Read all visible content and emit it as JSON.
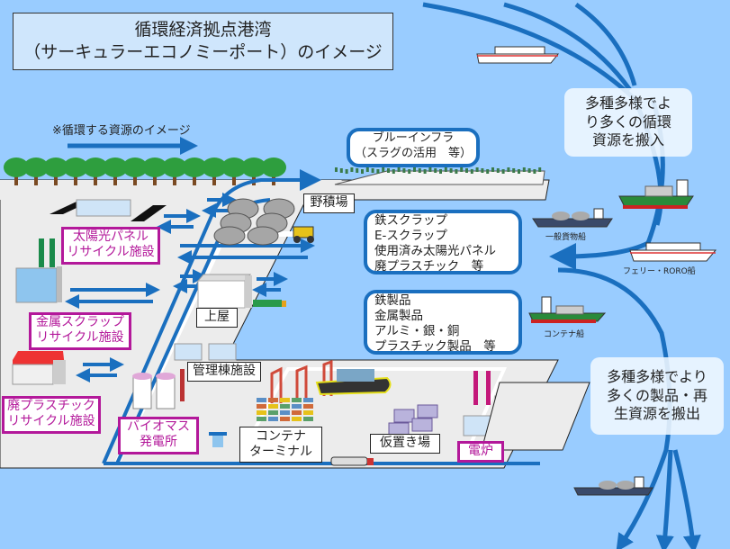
{
  "title": {
    "line1": "循環経済拠点港湾",
    "line2": "（サーキュラーエコノミーポート）のイメージ"
  },
  "legend": {
    "note": "※循環する資源のイメージ",
    "arrow_icon": "right-arrow-icon"
  },
  "colors": {
    "sea": "#99ccff",
    "land": "#ececec",
    "flow_arrow": "#1a6fbf",
    "facility_border": "#b3189a",
    "title_bg": "#cfe6fc"
  },
  "callouts": {
    "blue_infra": [
      "ブルーインフラ",
      "（スラグの活用　等）"
    ],
    "inbound_resources": [
      "鉄スクラップ",
      "E-スクラップ",
      "使用済み太陽光パネル",
      "廃プラスチック　等"
    ],
    "outbound_products": [
      "鉄製品",
      "金属製品",
      "アルミ・銀・銅",
      "プラスチック製品　等"
    ],
    "import_message": [
      "多種多様でよ",
      "り多くの循環",
      "資源を搬入"
    ],
    "export_message": [
      "多種多様でより",
      "多くの製品・再",
      "生資源を搬出"
    ]
  },
  "facilities": {
    "solar_recycling": [
      "太陽光パネル",
      "リサイクル施設"
    ],
    "metal_recycling": [
      "金属スクラップ",
      "リサイクル施設"
    ],
    "plastic_recycling": [
      "廃プラスチック",
      "リサイクル施設"
    ],
    "biomass_power": [
      "バイオマス",
      "発電所"
    ],
    "electric_furnace": [
      "電炉"
    ]
  },
  "areas": {
    "open_storage": "野積場",
    "shed": "上屋",
    "management": "管理棟施設",
    "container_terminal": [
      "コンテナ",
      "ターミナル"
    ],
    "temporary_yard": "仮置き場"
  },
  "ships": {
    "general_cargo": "一般貨物船",
    "ferry_roro": "フェリー・RORO船",
    "container_ship": "コンテナ船"
  }
}
